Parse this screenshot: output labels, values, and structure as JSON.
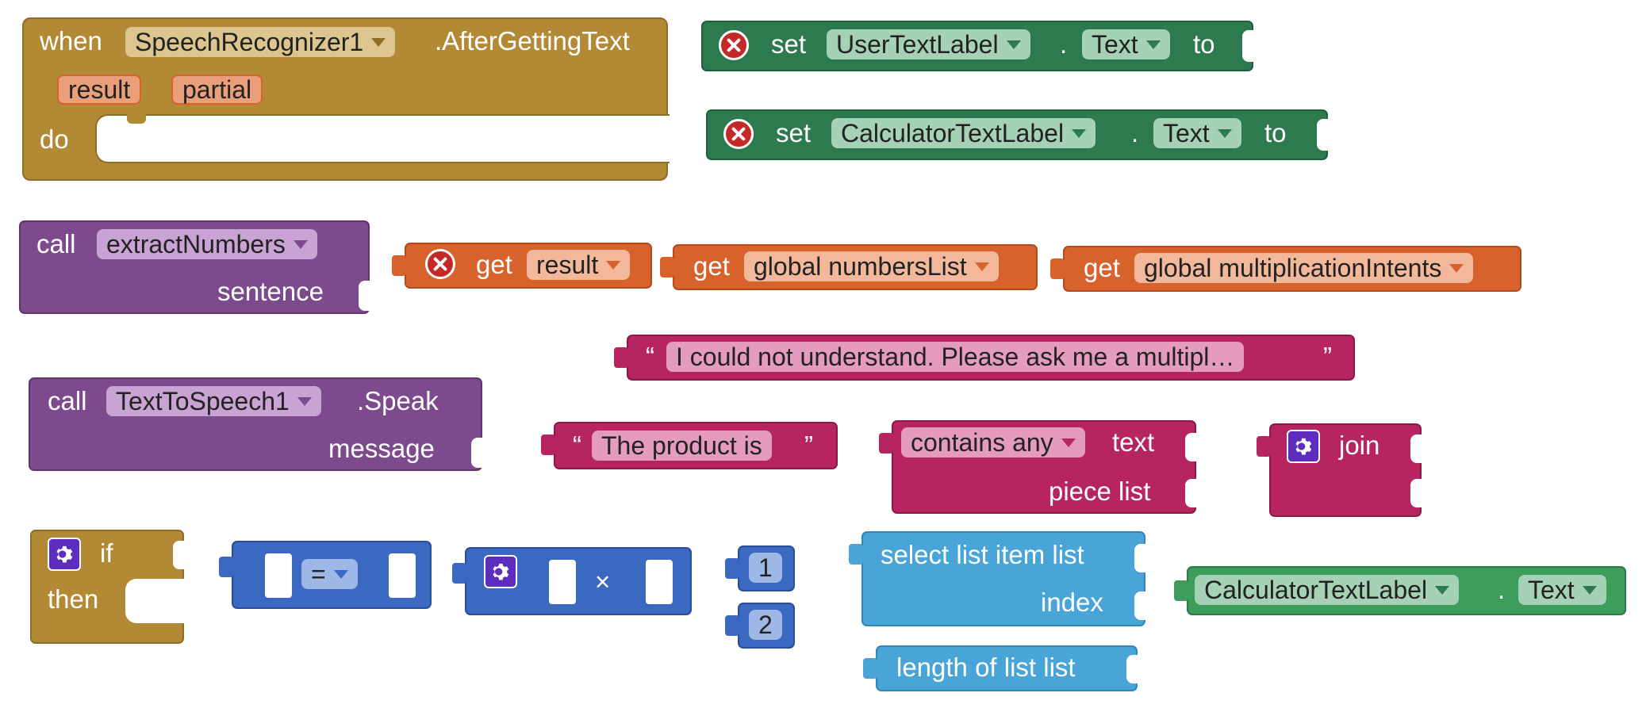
{
  "colors": {
    "event": "#b28a36",
    "event_dark": "#8e6d26",
    "setter": "#2d7a4f",
    "setter_field": "#a5d1b5",
    "procedure": "#7d4a8d",
    "proc_field": "#c8a3d3",
    "variable": "#d8622c",
    "var_field": "#f3b89a",
    "text": "#b72462",
    "text_field": "#e49bbd",
    "math": "#3b69c2",
    "lists": "#49a4d8",
    "control": "#b28a36",
    "getter": "#3f9d5c"
  },
  "event": {
    "when": "when",
    "component": "SpeechRecognizer1",
    "event_name": ".AfterGettingText",
    "params": [
      "result",
      "partial"
    ],
    "do": "do"
  },
  "set1": {
    "set": "set",
    "component": "UserTextLabel",
    "dot": ".",
    "property": "Text",
    "to": "to"
  },
  "set2": {
    "set": "set",
    "component": "CalculatorTextLabel",
    "dot": ".",
    "property": "Text",
    "to": "to"
  },
  "call1": {
    "call": "call",
    "procedure": "extractNumbers",
    "arg": "sentence"
  },
  "get1": {
    "get": "get",
    "var": "result"
  },
  "get2": {
    "get": "get",
    "var": "global numbersList"
  },
  "get3": {
    "get": "get",
    "var": "global multiplicationIntents"
  },
  "text1": {
    "open": "“",
    "value": "I could not understand.  Please ask me a multipl…",
    "close": "”"
  },
  "call2": {
    "call": "call",
    "component": "TextToSpeech1",
    "method": ".Speak",
    "arg": "message"
  },
  "text2": {
    "open": "“",
    "value": "The product is ",
    "close": "”"
  },
  "contains": {
    "op": "contains any",
    "text": "text",
    "piece": "piece list"
  },
  "join": {
    "label": "join"
  },
  "ifblk": {
    "if": "if",
    "then": "then"
  },
  "eq": {
    "op": "="
  },
  "mult": {
    "op": "×"
  },
  "num1": {
    "value": "1"
  },
  "num2": {
    "value": "2"
  },
  "select": {
    "label": "select list item  list",
    "index": "index"
  },
  "length": {
    "label": "length of list  list"
  },
  "getter": {
    "component": "CalculatorTextLabel",
    "dot": ".",
    "property": "Text"
  }
}
